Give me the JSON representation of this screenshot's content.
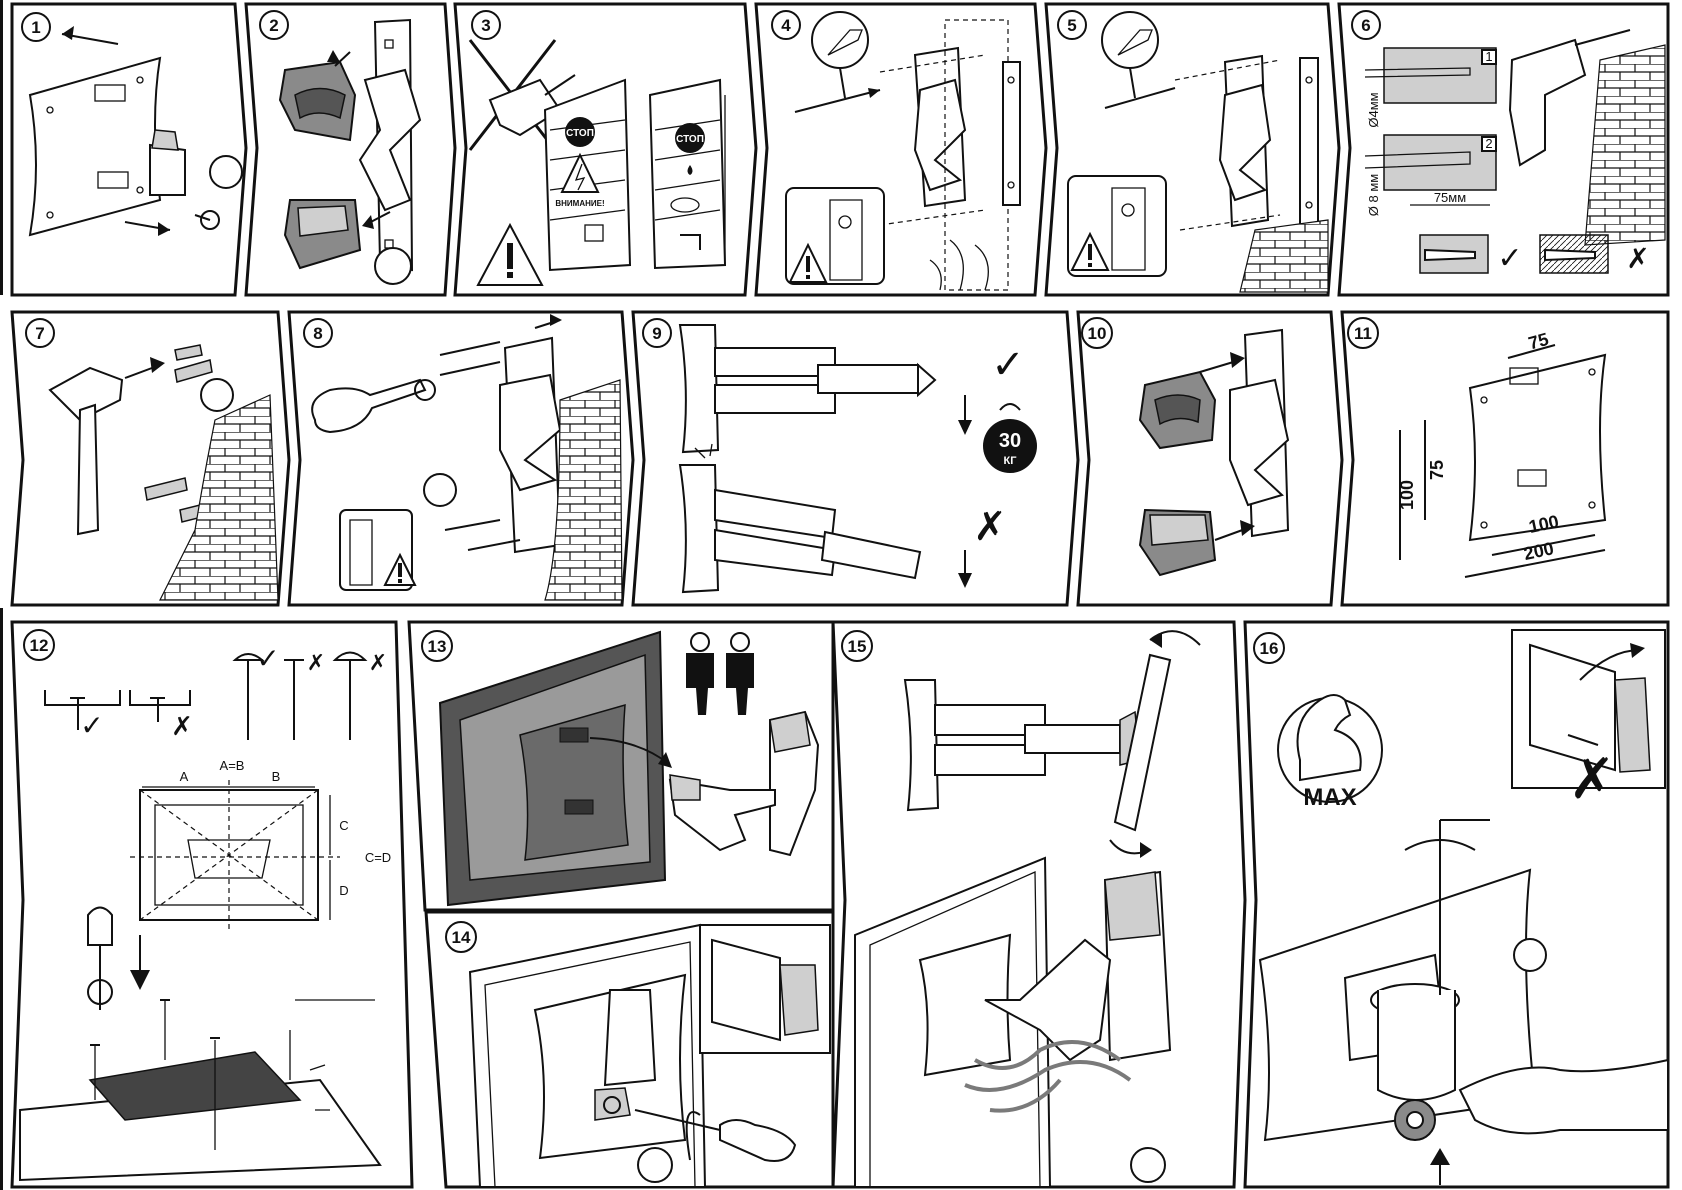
{
  "steps": [
    {
      "number": "1"
    },
    {
      "number": "2"
    },
    {
      "number": "3"
    },
    {
      "number": "4"
    },
    {
      "number": "5"
    },
    {
      "number": "6"
    },
    {
      "number": "7"
    },
    {
      "number": "8"
    },
    {
      "number": "9"
    },
    {
      "number": "10"
    },
    {
      "number": "11"
    },
    {
      "number": "12"
    },
    {
      "number": "13"
    },
    {
      "number": "14"
    },
    {
      "number": "15"
    },
    {
      "number": "16"
    }
  ],
  "step3": {
    "stop_sign": "СТОП",
    "stop_sign_2": "СТОП",
    "warning_label": "ВНИМАНИЕ!"
  },
  "step6": {
    "drill_1": "Ø4мм",
    "drill_2": "Ø 8 мм",
    "depth": "75мм",
    "stage_1": "1",
    "stage_2": "2"
  },
  "step9": {
    "weight_value": "30",
    "weight_unit": "КГ"
  },
  "step11": {
    "dim_75_top": "75",
    "dim_75_side": "75",
    "dim_100_side": "100",
    "dim_100_bottom": "100",
    "dim_200": "200"
  },
  "step12": {
    "a_eq_b": "A=B",
    "label_a": "A",
    "label_b": "B",
    "label_c": "C",
    "label_d": "D",
    "c_eq_d": "C=D"
  },
  "step16": {
    "max_label": "MAX"
  },
  "symbols": {
    "check": "✓",
    "cross": "✗"
  },
  "colors": {
    "ink": "#111111",
    "grey_fill": "#8a8a8a",
    "light_grey": "#cfcfcf",
    "dark_grey": "#555555"
  }
}
